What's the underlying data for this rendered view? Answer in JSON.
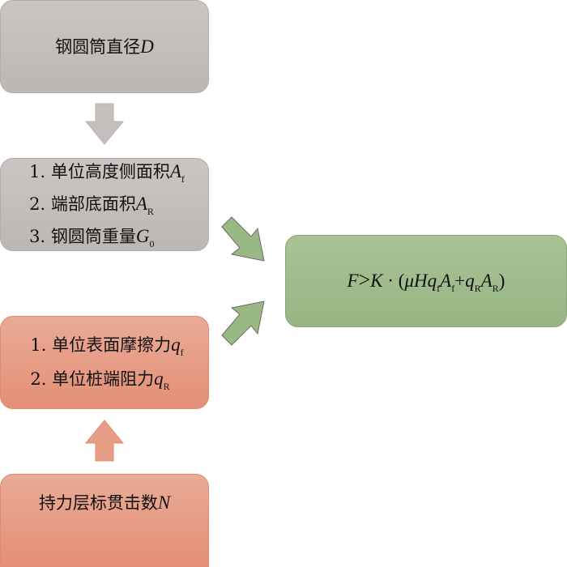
{
  "diagram": {
    "nodes": {
      "diameter": {
        "label": "钢圆筒直径",
        "var": "D",
        "color": "#c4bfbc"
      },
      "geometry": {
        "color": "#c4bfbc",
        "items": [
          {
            "num": "1.",
            "label": "单位高度侧面积",
            "var": "A",
            "sub": "f"
          },
          {
            "num": "2.",
            "label": "端部底面积",
            "var": "A",
            "sub": "R"
          },
          {
            "num": "3.",
            "label": "钢圆筒重量",
            "var": "G",
            "sub": "0"
          }
        ]
      },
      "resistance": {
        "color": "#e69d85",
        "items": [
          {
            "num": "1.",
            "label": "单位表面摩擦力",
            "var": "q",
            "sub": "f"
          },
          {
            "num": "2.",
            "label": "单位桩端阻力",
            "var": "q",
            "sub": "R"
          }
        ]
      },
      "blowcount": {
        "label": "持力层标贯击数",
        "var": "N",
        "color": "#e69d85"
      },
      "formula": {
        "color": "#a0bc8c",
        "F": "F",
        "gt": ">",
        "K": "K",
        "dot": "·",
        "open": "(",
        "mu": "μ",
        "H": "H",
        "q1": "q",
        "q1sub": "f",
        "A1": "A",
        "A1sub": "f",
        "plus": "+",
        "q2": "q",
        "q2sub": "R",
        "A2": "A",
        "A2sub": "R",
        "close": ")"
      }
    },
    "edges": [
      {
        "from": "diameter",
        "to": "geometry",
        "direction": "down",
        "color": "#c4bfbc"
      },
      {
        "from": "blowcount",
        "to": "resistance",
        "direction": "up",
        "color": "#e69d85"
      },
      {
        "from": "geometry",
        "to": "formula",
        "direction": "down-right",
        "color": "#98b884"
      },
      {
        "from": "resistance",
        "to": "formula",
        "direction": "up-right",
        "color": "#98b884"
      }
    ]
  }
}
